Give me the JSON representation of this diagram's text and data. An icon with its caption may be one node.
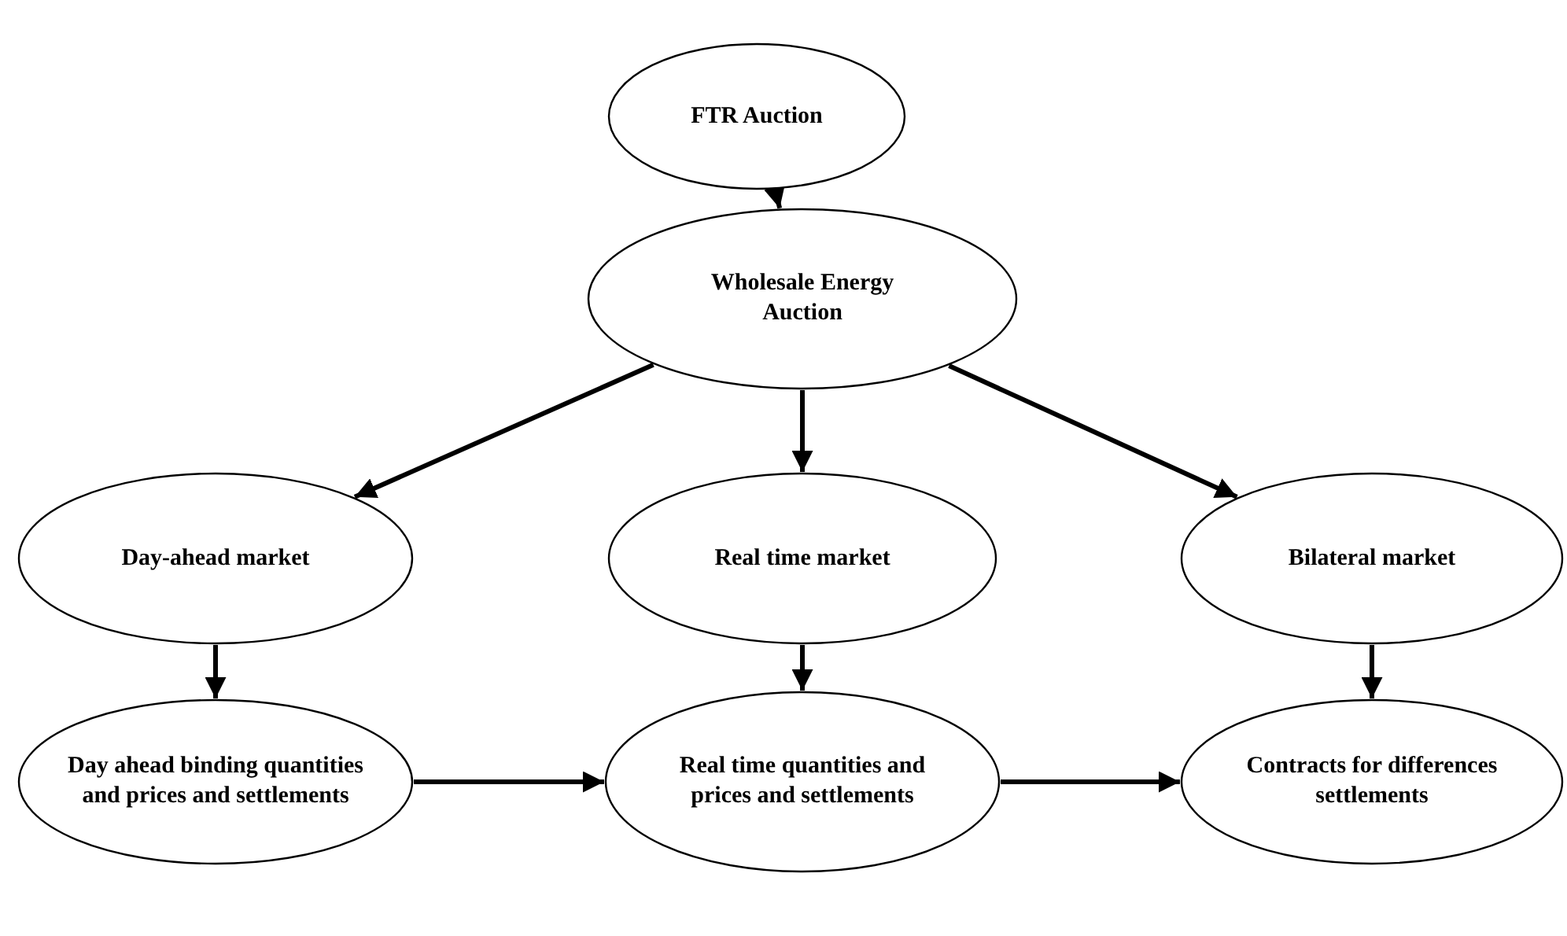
{
  "diagram": {
    "nodes": [
      {
        "text": [
          "FTR Auction"
        ]
      },
      {
        "text": [
          "Wholesale Energy Auction"
        ]
      },
      {
        "text": [
          "Day-ahead market"
        ]
      },
      {
        "text": [
          "Real time market"
        ]
      },
      {
        "text": [
          "Bilateral market"
        ]
      },
      {
        "text": [
          "Day ahead binding quantities and prices and settlements"
        ]
      },
      {
        "text": [
          "Real time quantities and prices and settlements"
        ]
      },
      {
        "text": [
          "Contracts for differences settlements"
        ]
      }
    ],
    "edges": [
      {
        "from": 0,
        "to": 1,
        "arrow": "to"
      },
      {
        "from": 1,
        "to": 2,
        "arrow": "to"
      },
      {
        "from": 1,
        "to": 3,
        "arrow": "to"
      },
      {
        "from": 1,
        "to": 4,
        "arrow": "to"
      },
      {
        "from": 2,
        "to": 5,
        "arrow": "to"
      },
      {
        "from": 3,
        "to": 6,
        "arrow": "to"
      },
      {
        "from": 4,
        "to": 7,
        "arrow": "to"
      },
      {
        "from": 5,
        "to": 6,
        "arrow": "to"
      },
      {
        "from": 6,
        "to": 7,
        "arrow": "to"
      }
    ]
  }
}
